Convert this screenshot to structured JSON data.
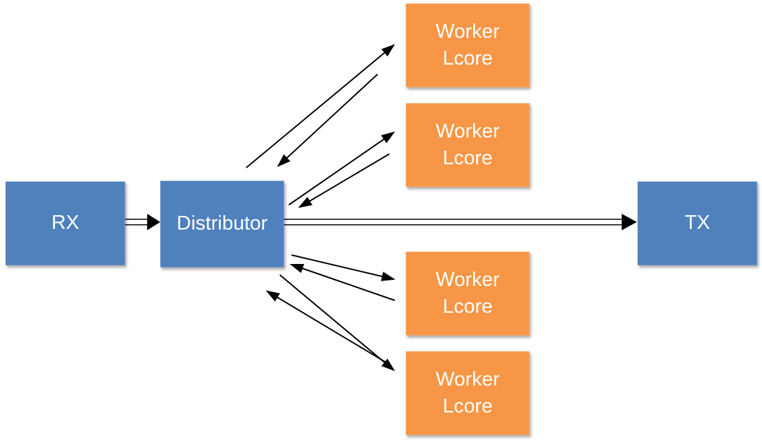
{
  "diagram": {
    "nodes": {
      "rx": {
        "label": "RX"
      },
      "distributor": {
        "label": "Distributor"
      },
      "tx": {
        "label": "TX"
      },
      "workers": [
        {
          "label": "Worker\nLcore"
        },
        {
          "label": "Worker\nLcore"
        },
        {
          "label": "Worker\nLcore"
        },
        {
          "label": "Worker\nLcore"
        }
      ]
    },
    "colors": {
      "stage_fill": "#4f81bd",
      "worker_fill": "#f79646",
      "arrow": "#000000",
      "label_text": "#ffffff",
      "background": "#ffffff"
    },
    "connections": [
      {
        "from": "rx",
        "to": "distributor",
        "style": "double-line-arrow"
      },
      {
        "from": "distributor",
        "to": "tx",
        "style": "double-line-arrow"
      },
      {
        "from": "distributor",
        "to": "worker-1",
        "style": "bidirectional-arrows"
      },
      {
        "from": "distributor",
        "to": "worker-2",
        "style": "bidirectional-arrows"
      },
      {
        "from": "distributor",
        "to": "worker-3",
        "style": "bidirectional-arrows"
      },
      {
        "from": "distributor",
        "to": "worker-4",
        "style": "bidirectional-arrows"
      }
    ]
  }
}
